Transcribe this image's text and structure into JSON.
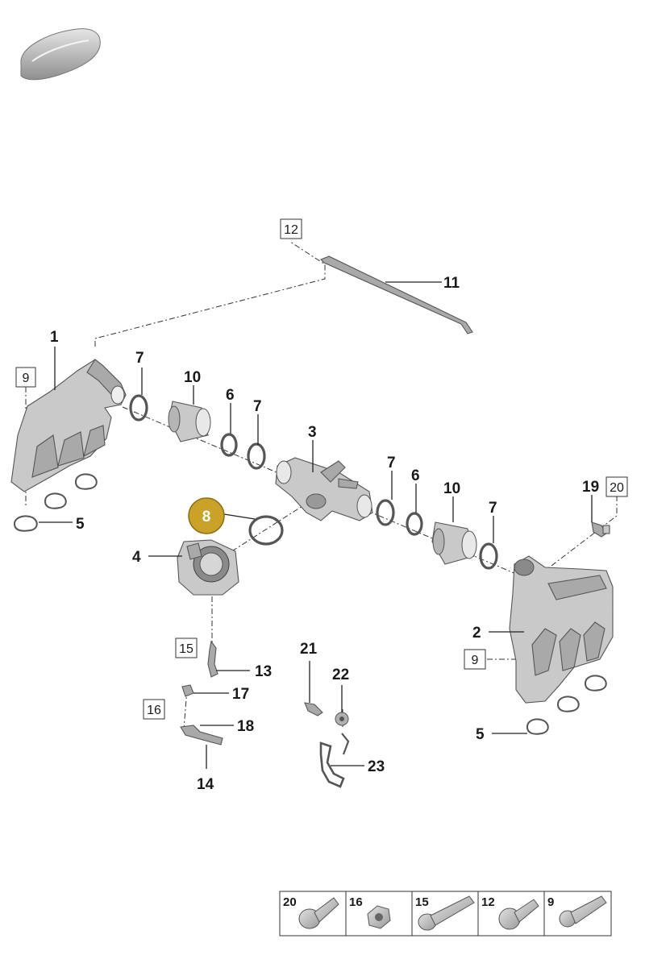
{
  "callouts": {
    "c1": "1",
    "c2": "2",
    "c3": "3",
    "c4": "4",
    "c5a": "5",
    "c5b": "5",
    "c6a": "6",
    "c6b": "6",
    "c7a": "7",
    "c7b": "7",
    "c7c": "7",
    "c7d": "7",
    "c8": "8",
    "c10a": "10",
    "c10b": "10",
    "c11": "11",
    "c13": "13",
    "c14": "14",
    "c17": "17",
    "c18": "18",
    "c19": "19",
    "c21": "21",
    "c22": "22",
    "c23": "23"
  },
  "boxed": {
    "b12": "12",
    "b9a": "9",
    "b9b": "9",
    "b20": "20",
    "b15": "15",
    "b16": "16"
  },
  "highlight_color": "#c9a227",
  "fastener_table": [
    "20",
    "16",
    "15",
    "12",
    "9"
  ]
}
